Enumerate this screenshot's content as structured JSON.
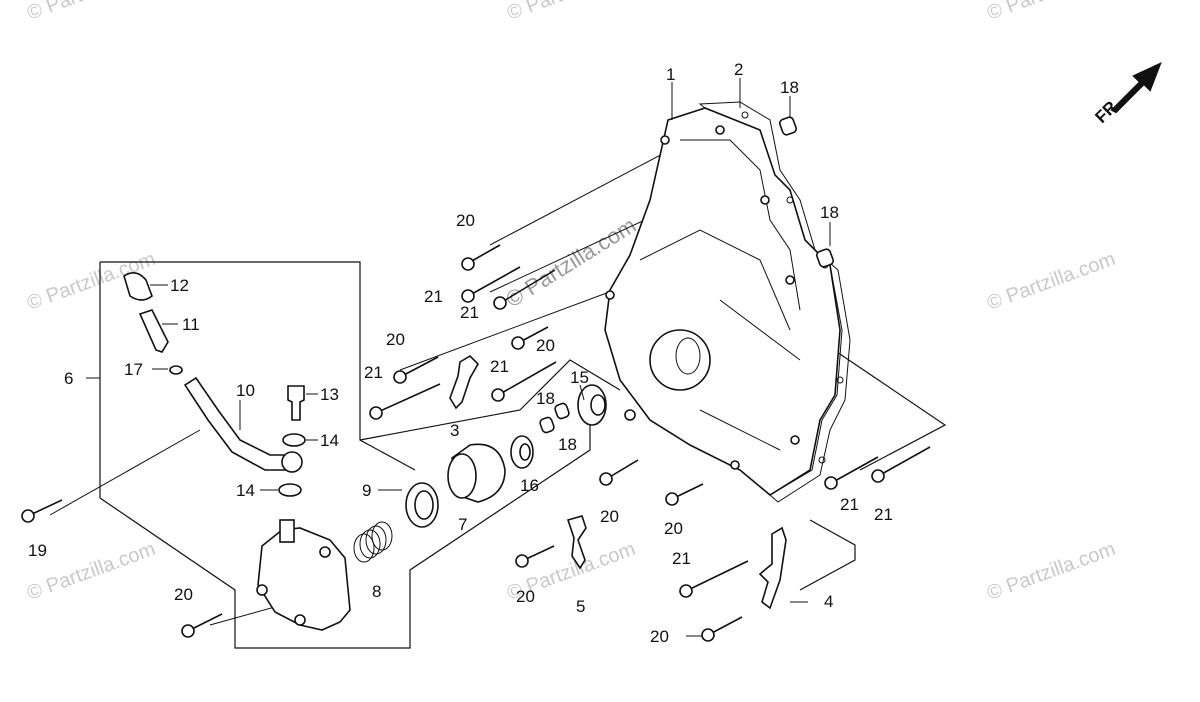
{
  "watermark": "© Partzilla.com",
  "direction_label": "FR.",
  "callouts": [
    {
      "id": "c1",
      "text": "1"
    },
    {
      "id": "c2",
      "text": "2"
    },
    {
      "id": "c18a",
      "text": "18"
    },
    {
      "id": "c18b",
      "text": "18"
    },
    {
      "id": "c20a",
      "text": "20"
    },
    {
      "id": "c21a",
      "text": "21"
    },
    {
      "id": "c21b",
      "text": "21"
    },
    {
      "id": "c20b",
      "text": "20"
    },
    {
      "id": "c20c",
      "text": "20"
    },
    {
      "id": "c21c",
      "text": "21"
    },
    {
      "id": "c21d",
      "text": "21"
    },
    {
      "id": "c3",
      "text": "3"
    },
    {
      "id": "c18c",
      "text": "18"
    },
    {
      "id": "c18d",
      "text": "18"
    },
    {
      "id": "c15",
      "text": "15"
    },
    {
      "id": "c16",
      "text": "16"
    },
    {
      "id": "c7",
      "text": "7"
    },
    {
      "id": "c9",
      "text": "9"
    },
    {
      "id": "c8",
      "text": "8"
    },
    {
      "id": "c12",
      "text": "12"
    },
    {
      "id": "c11",
      "text": "11"
    },
    {
      "id": "c6",
      "text": "6"
    },
    {
      "id": "c17",
      "text": "17"
    },
    {
      "id": "c10",
      "text": "10"
    },
    {
      "id": "c13",
      "text": "13"
    },
    {
      "id": "c14a",
      "text": "14"
    },
    {
      "id": "c14b",
      "text": "14"
    },
    {
      "id": "c19",
      "text": "19"
    },
    {
      "id": "c20d",
      "text": "20"
    },
    {
      "id": "c20e",
      "text": "20"
    },
    {
      "id": "c20f",
      "text": "20"
    },
    {
      "id": "c5",
      "text": "5"
    },
    {
      "id": "c20g",
      "text": "20"
    },
    {
      "id": "c21e",
      "text": "21"
    },
    {
      "id": "c21f",
      "text": "21"
    },
    {
      "id": "c21g",
      "text": "21"
    },
    {
      "id": "c4",
      "text": "4"
    },
    {
      "id": "c20h",
      "text": "20"
    }
  ]
}
